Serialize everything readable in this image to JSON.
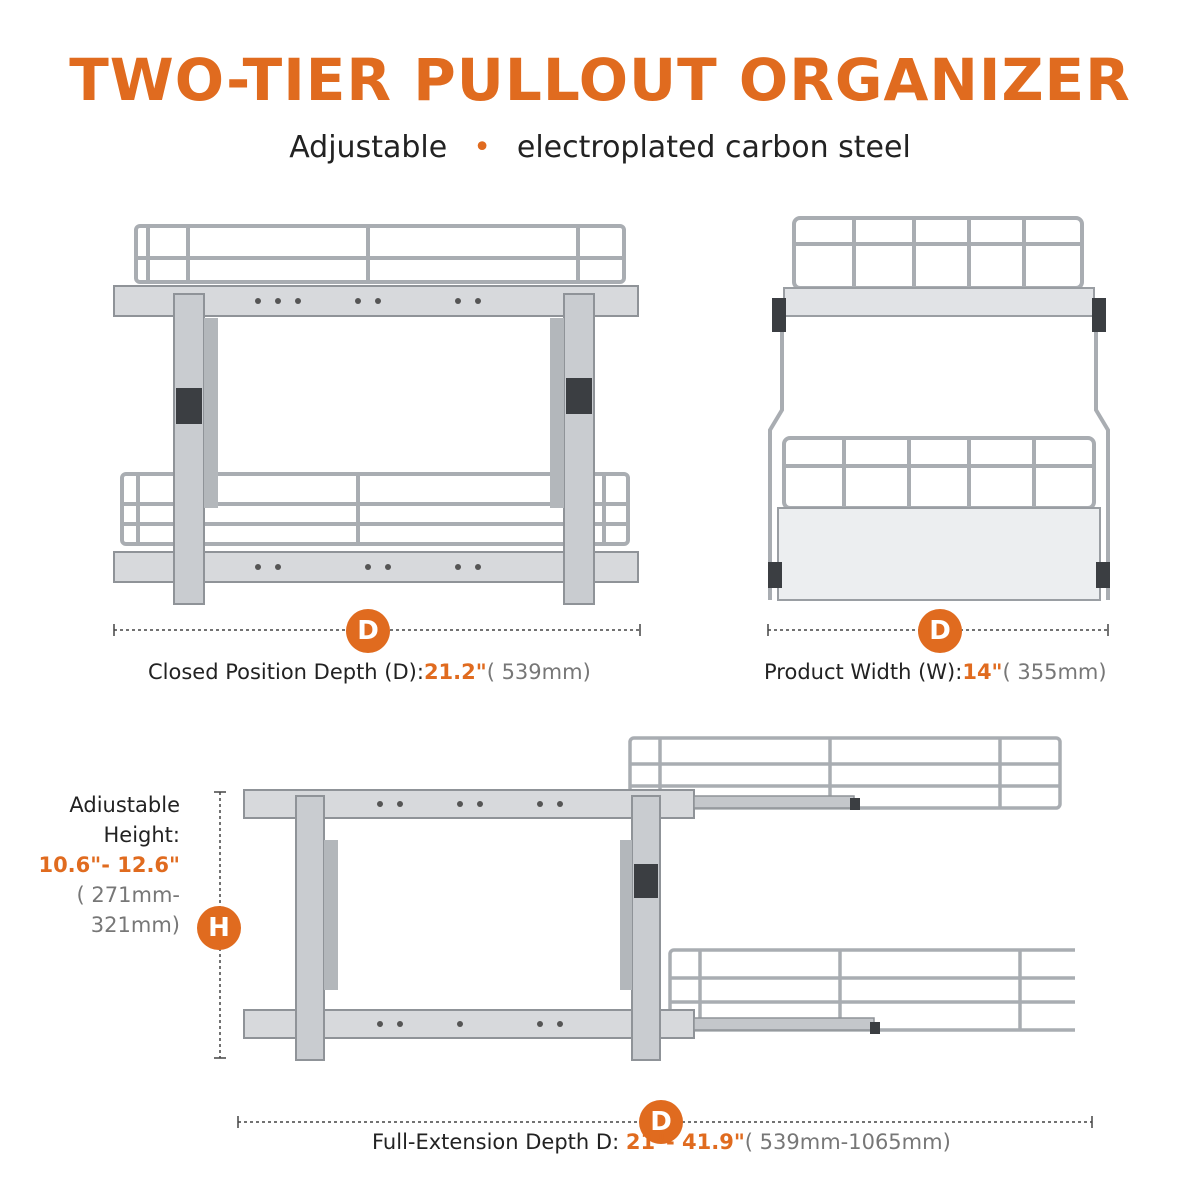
{
  "title": "TWO-TIER PULLOUT ORGANIZER",
  "subtitle": {
    "left": "Adjustable",
    "separator": "•",
    "right": "electroplated carbon steel"
  },
  "closed_depth": {
    "badge": "D",
    "label": "Closed Position Depth (D):",
    "value": "21.2\"",
    "metric": "( 539mm)"
  },
  "width": {
    "badge": "D",
    "label": "Product Width (W):",
    "value": "14\"",
    "metric": "( 355mm)"
  },
  "height": {
    "badge": "H",
    "line1": "Adiustable",
    "line2": "Height:",
    "value": "10.6\"- 12.6\"",
    "metric1": "( 271mm-",
    "metric2": "321mm)"
  },
  "full_depth": {
    "badge": "D",
    "label": "Full-Extension Depth D: ",
    "value": "21\"- 41.9\"",
    "metric": "( 539mm-1065mm)"
  },
  "colors": {
    "accent": "#e06b1f",
    "chrome": "#b9bcc0",
    "chrome_dark": "#7d8186"
  }
}
